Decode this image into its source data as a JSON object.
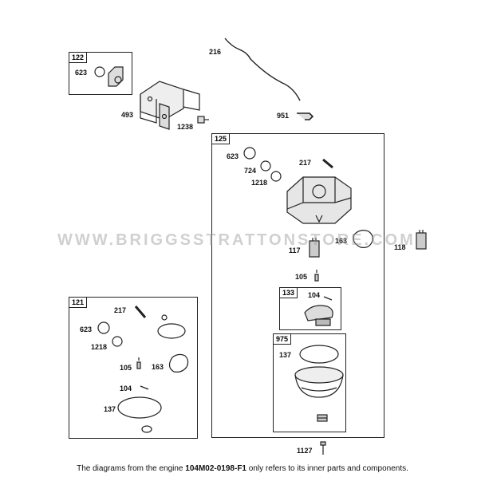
{
  "callouts": {
    "c122": "122",
    "c623a": "623",
    "c493": "493",
    "c1238": "1238",
    "c216": "216",
    "c951": "951",
    "c125": "125",
    "c623b": "623",
    "c724": "724",
    "c1218a": "1218",
    "c217a": "217",
    "c163a": "163",
    "c117": "117",
    "c118": "118",
    "c105a": "105",
    "c133": "133",
    "c104a": "104",
    "c975": "975",
    "c137a": "137",
    "c1127": "1127",
    "c121": "121",
    "c217b": "217",
    "c623c": "623",
    "c1218b": "1218",
    "c105b": "105",
    "c163b": "163",
    "c104b": "104",
    "c137b": "137"
  },
  "watermark": "WWW.BRIGGSSTRATTONSTORE.COM",
  "footer": {
    "prefix": "The diagrams from the engine ",
    "engine_model": "104M02-0198-F1",
    "suffix": " only refers to its inner parts and components."
  }
}
